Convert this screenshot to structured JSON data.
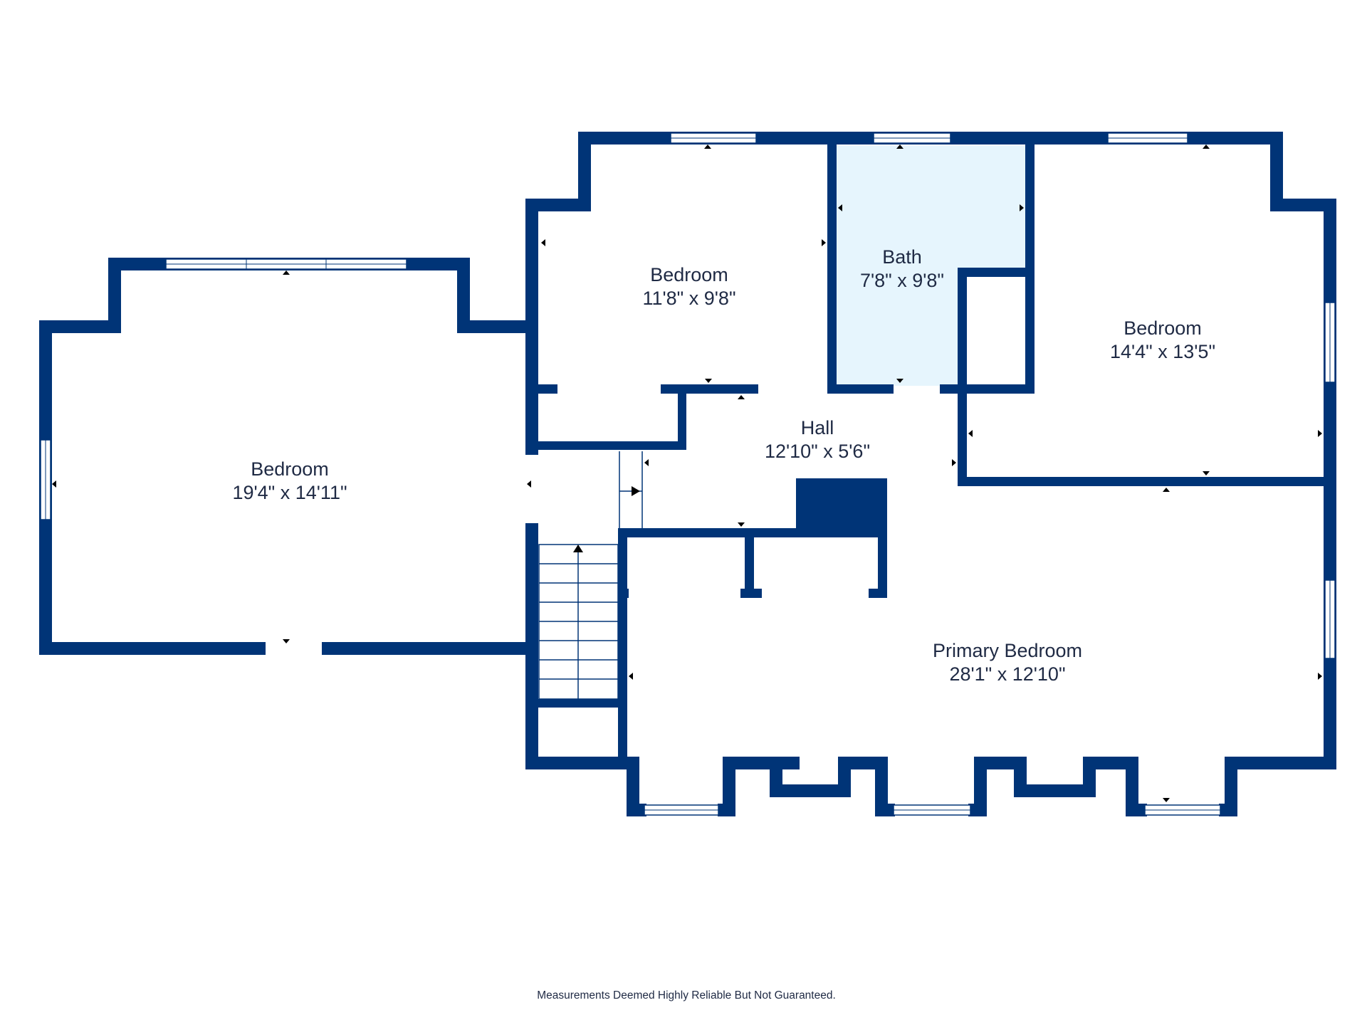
{
  "colors": {
    "wall": "#003477",
    "bath_fill": "#e6f5fd",
    "background": "#ffffff",
    "text": "#1f2a44"
  },
  "rooms": {
    "bedroom_left": {
      "name": "Bedroom",
      "dims": "19'4\" x 14'11\""
    },
    "bedroom_top": {
      "name": "Bedroom",
      "dims": "11'8\" x 9'8\""
    },
    "bath": {
      "name": "Bath",
      "dims": "7'8\" x 9'8\""
    },
    "bedroom_right": {
      "name": "Bedroom",
      "dims": "14'4\" x 13'5\""
    },
    "hall": {
      "name": "Hall",
      "dims": "12'10\" x 5'6\""
    },
    "primary_bedroom": {
      "name": "Primary Bedroom",
      "dims": "28'1\" x 12'10\""
    }
  },
  "footer": {
    "disclaimer": "Measurements Deemed Highly Reliable But Not Guaranteed."
  }
}
